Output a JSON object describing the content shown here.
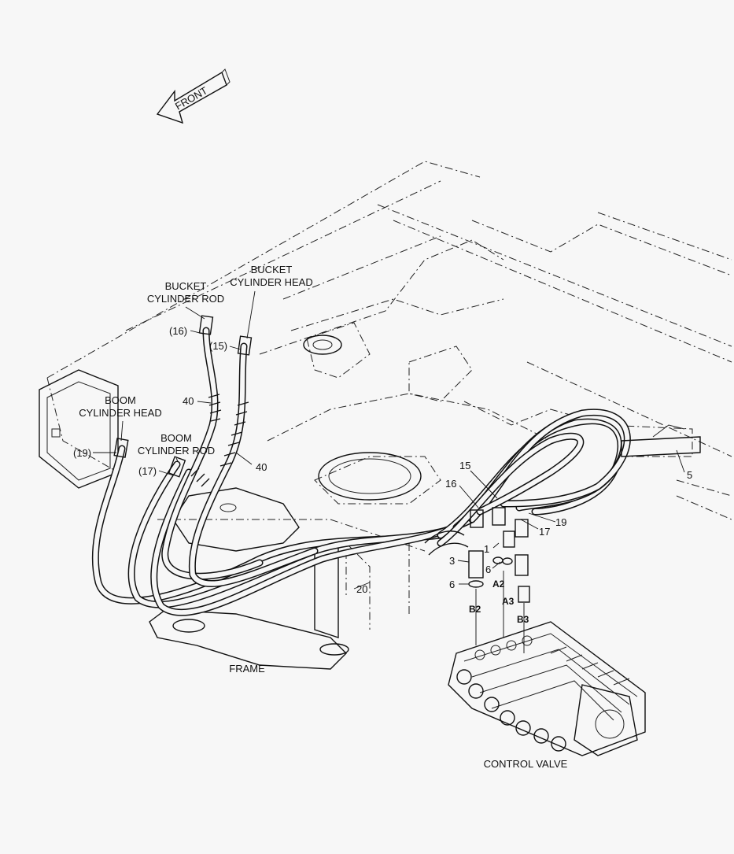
{
  "front_arrow": {
    "label": "FRONT"
  },
  "labels": {
    "bucket_rod": [
      "BUCKET",
      "CYLINDER ROD"
    ],
    "bucket_head": [
      "BUCKET",
      "CYLINDER HEAD"
    ],
    "boom_head": [
      "BOOM",
      "CYLINDER HEAD"
    ],
    "boom_rod": [
      "BOOM",
      "CYLINDER ROD"
    ],
    "frame": "FRAME",
    "control_valve": "CONTROL VALVE"
  },
  "callouts": {
    "p16": "(16)",
    "p15": "(15)",
    "p19": "(19)",
    "p17": "(17)",
    "n40a": "40",
    "n40b": "40",
    "n5": "5",
    "n15": "15",
    "n16": "16",
    "n19": "19",
    "n17": "17",
    "n1": "1",
    "n3": "3",
    "n6a": "6",
    "n6b": "6",
    "n20": "20"
  },
  "ports": {
    "b2": "B2",
    "a2": "A2",
    "a3": "A3",
    "b3": "B3"
  }
}
